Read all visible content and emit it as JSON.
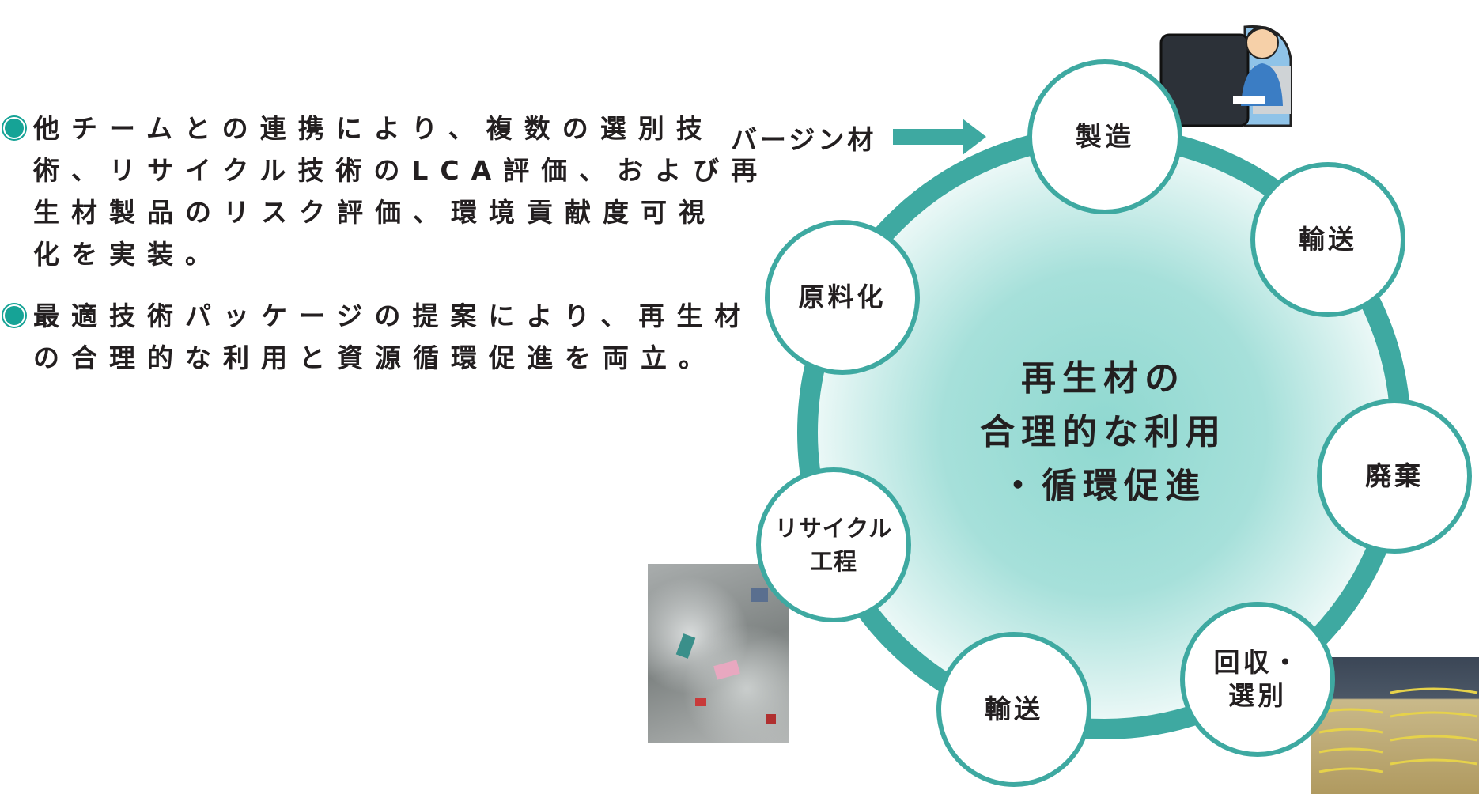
{
  "bullets": [
    {
      "lines": [
        "他チームとの連携により、複数の選別技",
        "術、リサイクル技術のLCA評価、および再",
        "生材製品のリスク評価、環境貢献度可視",
        "化を実装。"
      ]
    },
    {
      "lines": [
        "最適技術パッケージの提案により、再生材",
        "の合理的な利用と資源循環促進を両立。"
      ]
    }
  ],
  "diagram": {
    "center_lines": [
      "再生材の",
      "合理的な利用",
      "・循環促進"
    ],
    "input_label": "バージン材",
    "nodes": [
      {
        "lines": [
          "製造"
        ]
      },
      {
        "lines": [
          "輸送"
        ]
      },
      {
        "lines": [
          "廃棄"
        ]
      },
      {
        "lines": [
          "回収・",
          "選別"
        ]
      },
      {
        "lines": [
          "輸送"
        ]
      },
      {
        "lines": [
          "リサイクル",
          "工程"
        ]
      },
      {
        "lines": [
          "原料化"
        ]
      }
    ]
  },
  "colors": {
    "accent": "#3ea9a1",
    "bullet": "#16a396",
    "text": "#231f20"
  }
}
